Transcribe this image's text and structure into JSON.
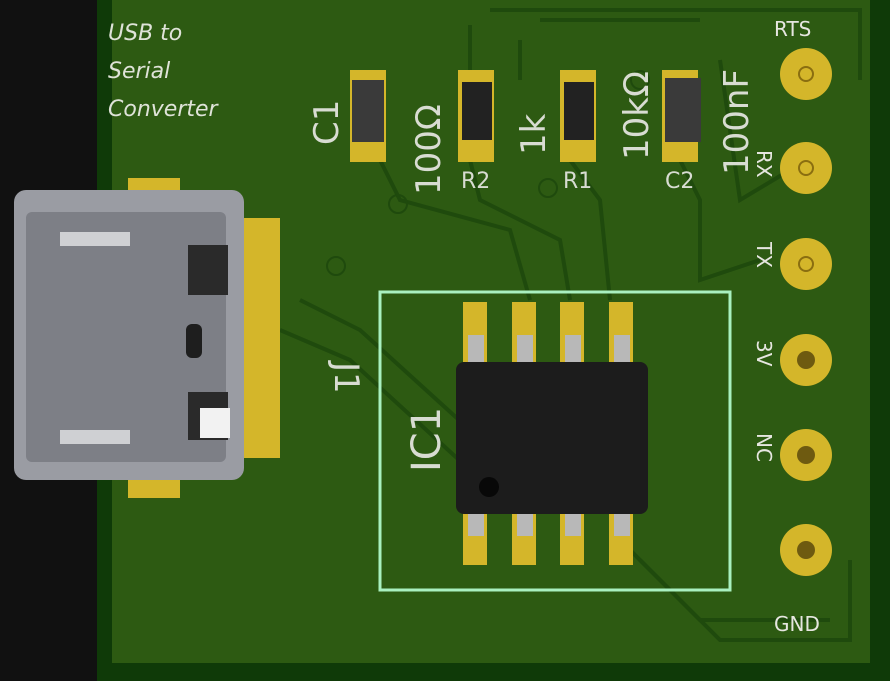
{
  "board": {
    "title_lines": [
      "USB to",
      "Serial",
      "Converter"
    ],
    "colors": {
      "board": "#2d5a12",
      "copper": "#d4b62a",
      "mask_edge": "#1f4a0d",
      "silk": "#d8dcd2",
      "outline": "#a9f0c0"
    }
  },
  "components": {
    "c1": {
      "ref": "C1"
    },
    "r2": {
      "ref": "R2",
      "value": "100Ω"
    },
    "r1": {
      "ref": "R1",
      "value": "1k"
    },
    "c2": {
      "ref": "C2",
      "value": "10kΩ"
    },
    "c3": {
      "value": "100nF"
    },
    "j1": {
      "ref": "J1"
    },
    "ic1": {
      "ref": "IC1"
    }
  },
  "header_pins": [
    "RTS",
    "RX",
    "TX",
    "3V",
    "NC",
    "GND"
  ]
}
